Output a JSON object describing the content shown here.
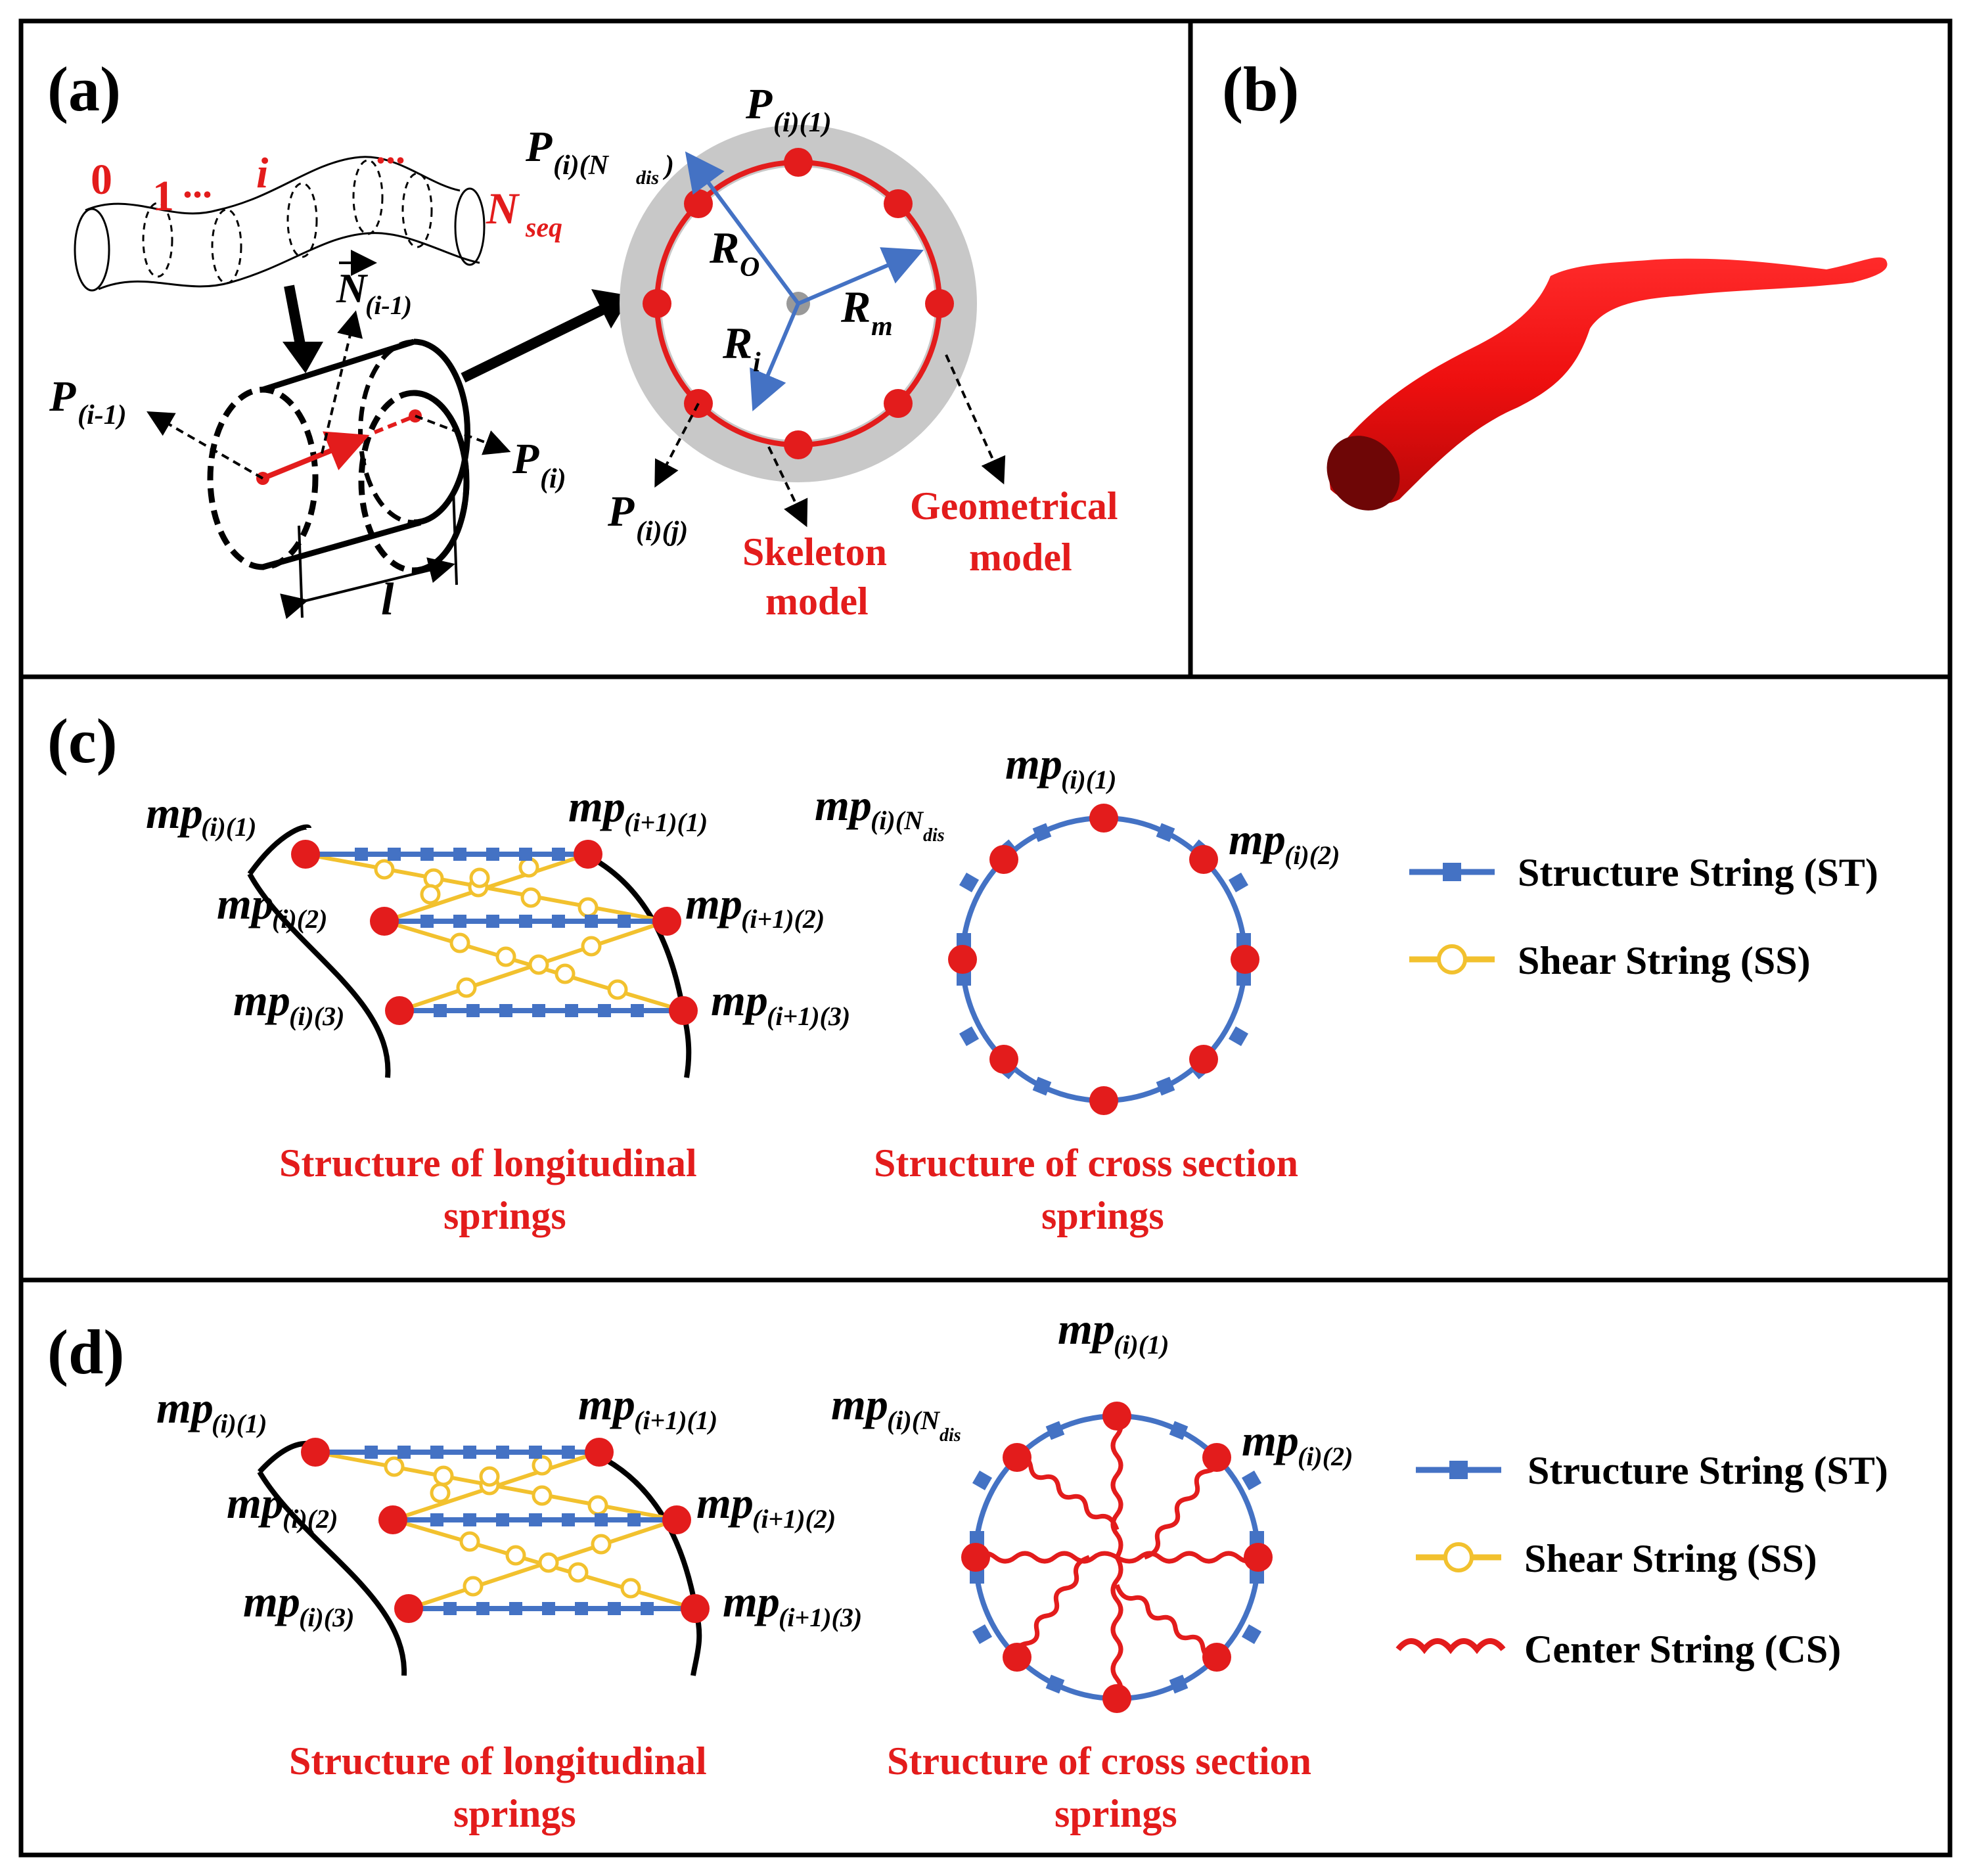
{
  "panels": {
    "a": "(a)",
    "b": "(b)",
    "c": "(c)",
    "d": "(d)"
  },
  "panel_a": {
    "seq_labels": [
      "0",
      "1",
      "...",
      "i",
      "...",
      "N"
    ],
    "seq_sub": "seq",
    "normal_label": "N",
    "normal_sub": "(i-1)",
    "p_prev": "P",
    "p_prev_sub": "(i-1)",
    "p_cur": "P",
    "p_cur_sub": "(i)",
    "length": "l",
    "p_top": "P",
    "p_top_sub": "(i)(1)",
    "p_ndis": "P",
    "p_ndis_sub": "(i)(N",
    "p_ndis_sub2": "dis",
    "p_ndis_close": ")",
    "p_j": "P",
    "p_j_sub": "(i)(j)",
    "r_o": "R",
    "r_o_sub": "O",
    "r_i": "R",
    "r_i_sub": "i",
    "r_m": "R",
    "r_m_sub": "m",
    "skeleton": [
      "Skeleton",
      "model"
    ],
    "geometrical": [
      "Geometrical",
      "model"
    ]
  },
  "panel_c": {
    "mp": "mp",
    "long_labels": [
      "(i)(1)",
      "(i+1)(1)",
      "(i)(2)",
      "(i+1)(2)",
      "(i)(3)",
      "(i+1)(3)"
    ],
    "cross_top": "(i)(1)",
    "cross_ndis": "(i)(N",
    "cross_ndis_sub": "dis",
    "cross_two": "(i)(2)",
    "caption_long": [
      "Structure of longitudinal",
      "springs"
    ],
    "caption_cross": [
      "Structure of cross section",
      "springs"
    ],
    "legend": [
      "Structure String (ST)",
      "Shear String (SS)"
    ]
  },
  "panel_d": {
    "mp": "mp",
    "long_labels": [
      "(i)(1)",
      "(i+1)(1)",
      "(i)(2)",
      "(i+1)(2)",
      "(i)(3)",
      "(i+1)(3)"
    ],
    "cross_top": "(i)(1)",
    "cross_ndis": "(i)(N",
    "cross_ndis_sub": "dis",
    "cross_two": "(i)(2)",
    "caption_long": [
      "Structure of longitudinal",
      "springs"
    ],
    "caption_cross": [
      "Structure of cross section",
      "springs"
    ],
    "legend": [
      "Structure String (ST)",
      "Shear String (SS)",
      "Center String (CS)"
    ]
  },
  "colors": {
    "red": "#e31c1c",
    "blue": "#4472c4",
    "yellow": "#f2c12e",
    "gray": "#c8c8c8"
  }
}
